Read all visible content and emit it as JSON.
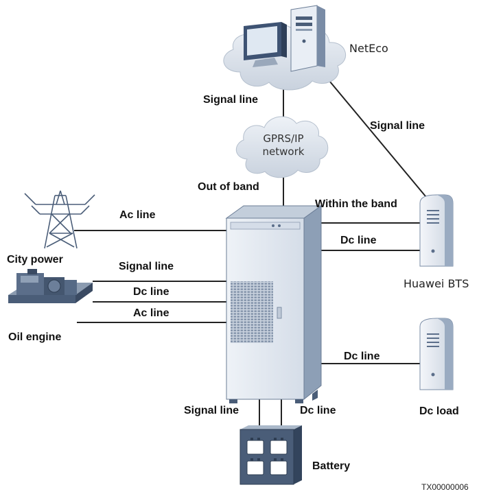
{
  "nodes": {
    "neteco": "NetEco",
    "gprs_network": [
      "GPRS/IP",
      "network"
    ],
    "huawei_bts": "Huawei BTS",
    "city_power": "City power",
    "oil_engine": "Oil engine",
    "dc_load": "Dc load",
    "battery": "Battery"
  },
  "links": {
    "neteco_to_gprs": "Signal line",
    "neteco_to_bts": "Signal line",
    "gprs_to_cabinet": "Out of band",
    "cabinet_to_bts_signal": "Within the band",
    "cabinet_to_bts_dc": "Dc line",
    "city_power_ac": "Ac line",
    "engine_signal": "Signal line",
    "engine_dc": "Dc line",
    "engine_ac": "Ac line",
    "cabinet_to_dc_load": "Dc line",
    "cabinet_to_battery_signal": "Signal line",
    "cabinet_to_battery_dc": "Dc line"
  },
  "figure_code": "TX00000006",
  "colors": {
    "line": "#222222",
    "cloud": "#dfe5ee",
    "cabinet_front": "#e6ecf3",
    "cabinet_side": "#9fb0c4",
    "equipment_dark": "#4a5d78"
  }
}
